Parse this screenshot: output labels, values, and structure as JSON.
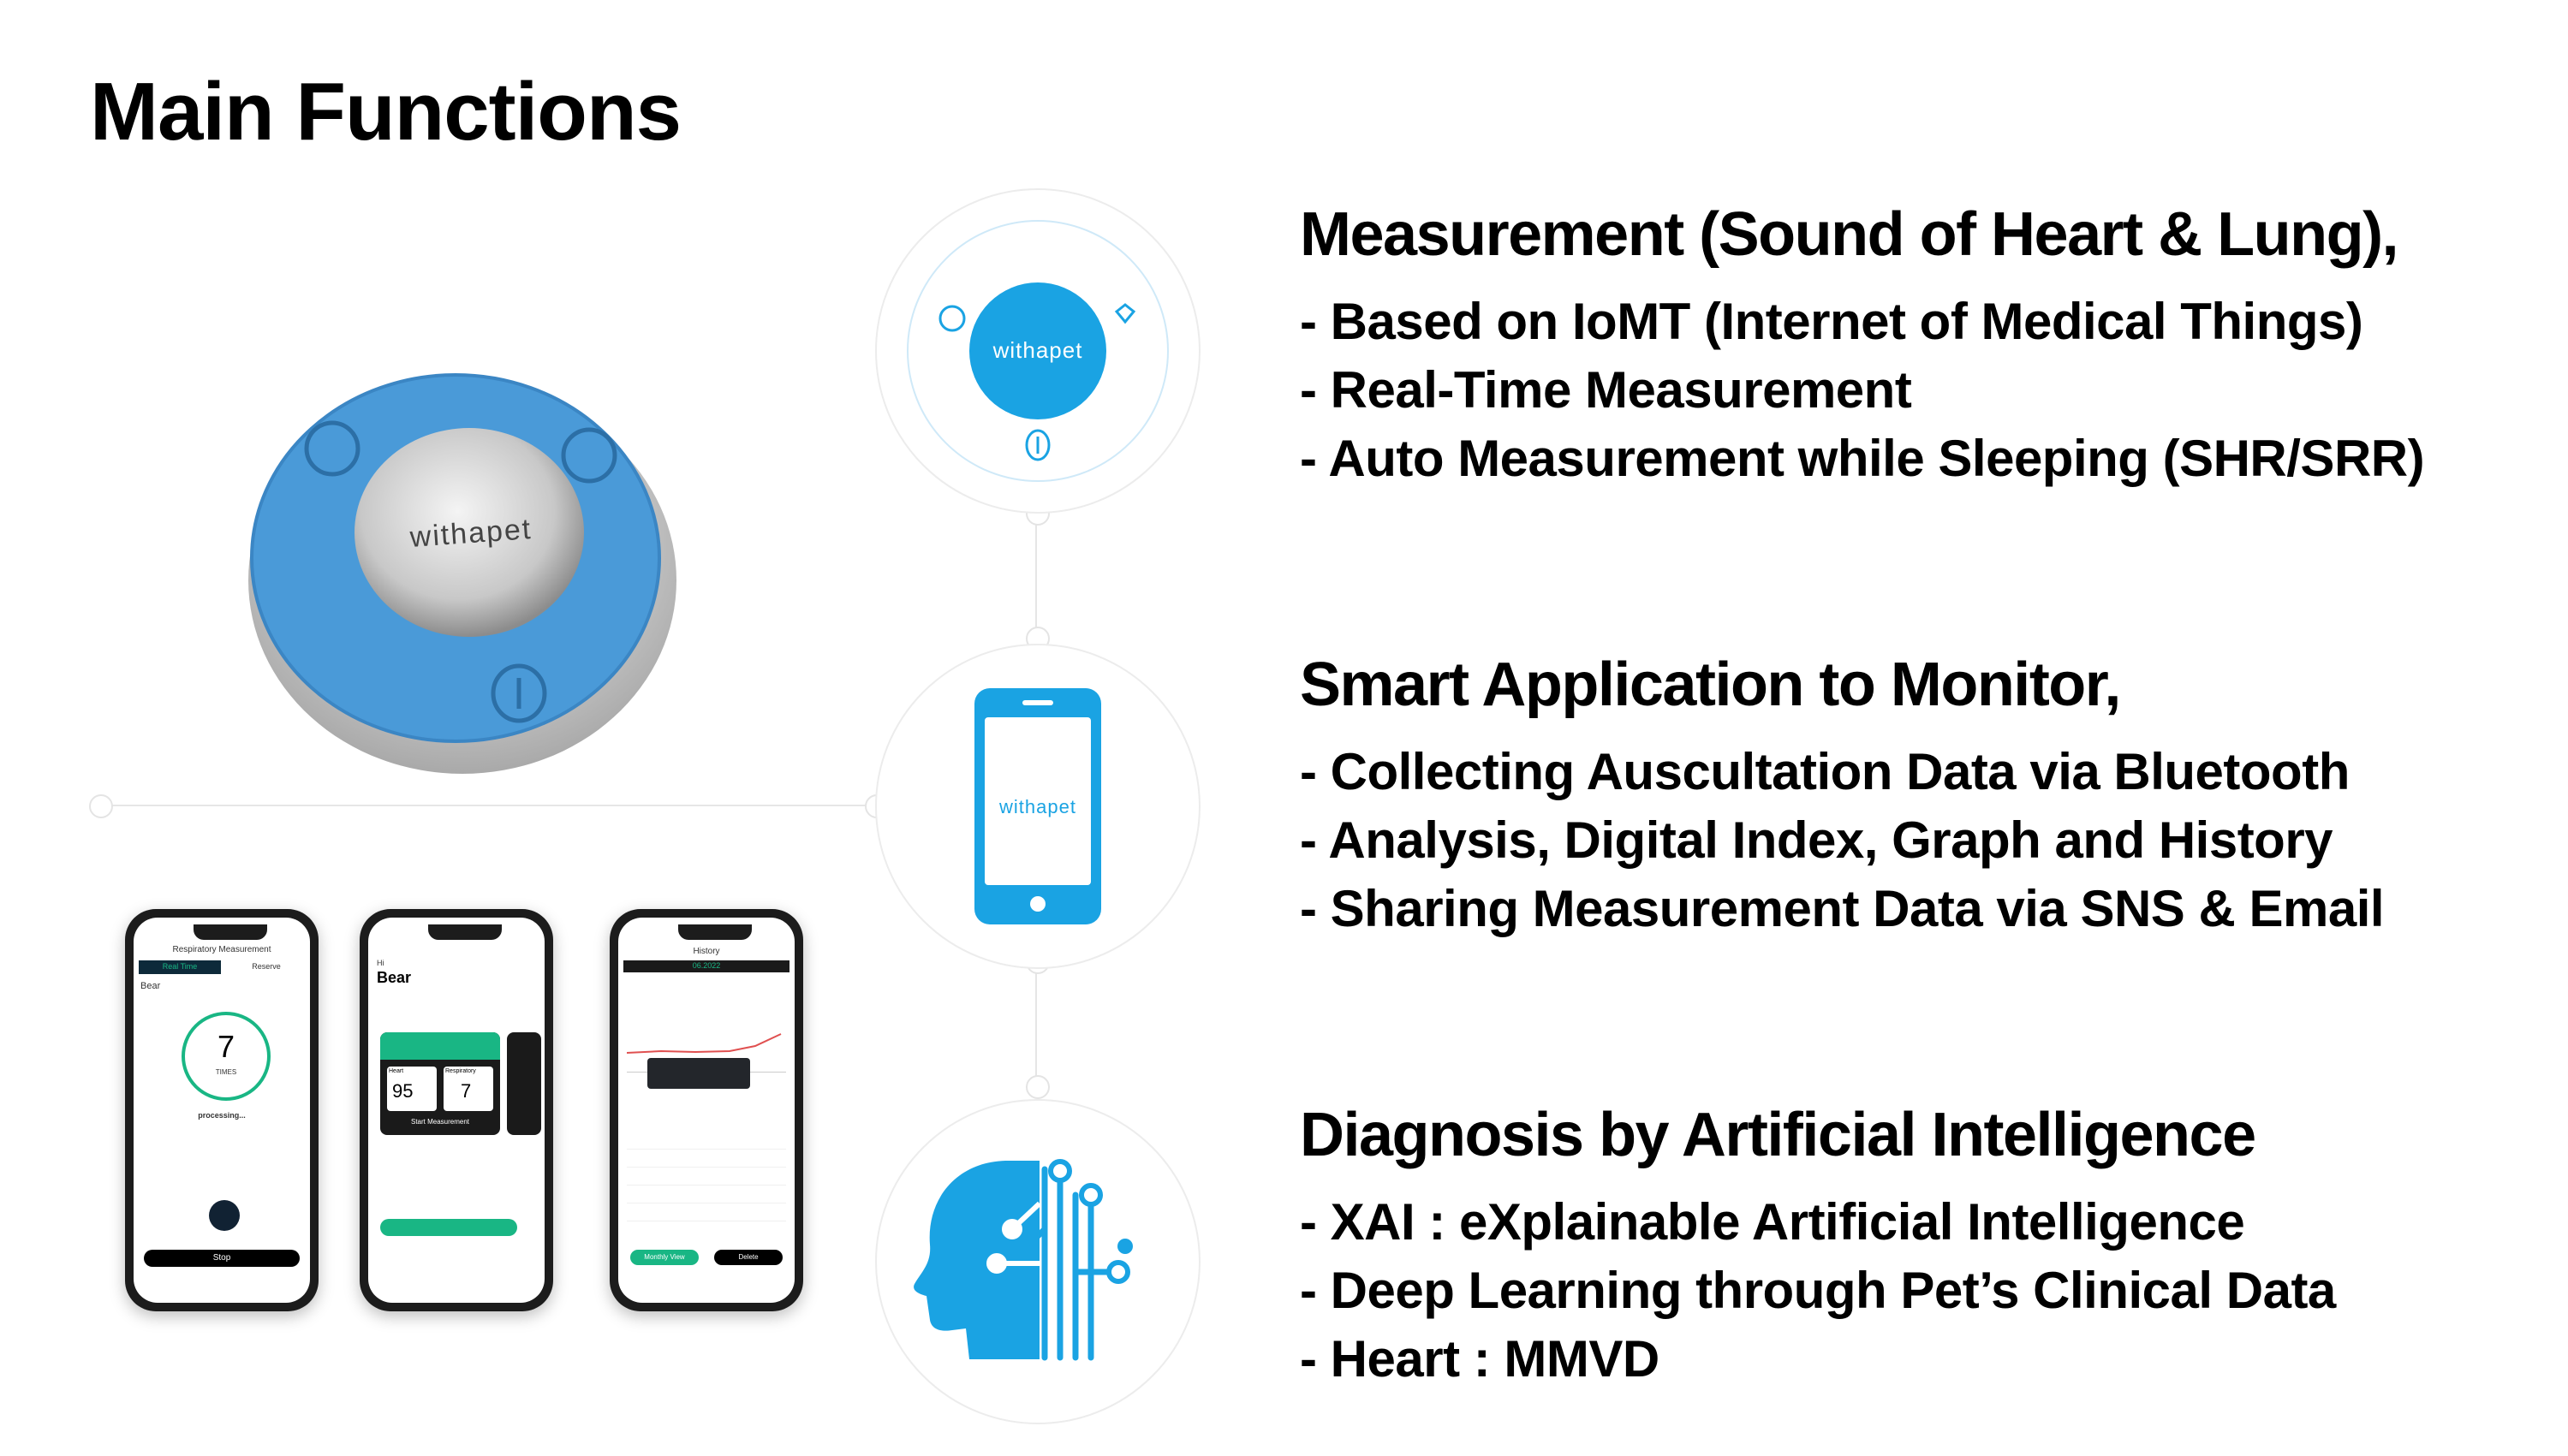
{
  "page_title": "Main Functions",
  "brand": "withapet",
  "colors": {
    "accent": "#1aa3e3",
    "device_blue": "#4a9ad8",
    "app_green": "#19b684"
  },
  "sections": [
    {
      "title": "Measurement (Sound of Heart & Lung),",
      "icon": "device-icon",
      "bullets": [
        "- Based on IoMT (Internet of Medical Things)",
        "- Real-Time Measurement",
        "- Auto Measurement while Sleeping (SHR/SRR)"
      ]
    },
    {
      "title": "Smart Application to Monitor,",
      "icon": "smartphone-icon",
      "bullets": [
        "- Collecting Auscultation Data via Bluetooth",
        "- Analysis, Digital Index, Graph and History",
        "- Sharing Measurement Data via SNS & Email"
      ]
    },
    {
      "title": "Diagnosis by Artificial Intelligence",
      "icon": "ai-head-icon",
      "bullets": [
        "- XAI : eXplainable Artificial Intelligence",
        "- Deep Learning through Pet’s Clinical Data",
        "- Heart : MMVD"
      ]
    }
  ],
  "phones": [
    {
      "title": "Respiratory Measurement",
      "tab_a": "Real Time",
      "tab_b": "Reserve",
      "pet": "Bear",
      "count": "7",
      "unit": "TIMES",
      "status": "processing...",
      "button": "Stop"
    },
    {
      "greeting": "Hi",
      "pet": "Bear",
      "heart_label": "Heart",
      "heart_value": "95",
      "resp_label": "Respiratory",
      "resp_value": "7",
      "button": "Start Measurement"
    },
    {
      "title": "History",
      "month": "06.2022",
      "btn_a": "Monthly View",
      "btn_b": "Delete"
    }
  ]
}
